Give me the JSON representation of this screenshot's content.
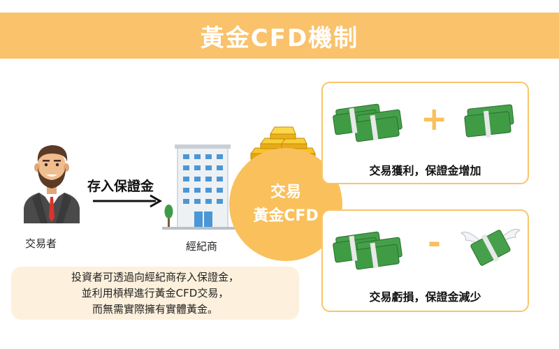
{
  "title": "黃金CFD機制",
  "trader": {
    "label": "交易者"
  },
  "arrow": {
    "label": "存入保證金"
  },
  "broker": {
    "label": "經紀商"
  },
  "center": {
    "line1": "交易",
    "line2": "黃金CFD"
  },
  "profit_box": {
    "caption": "交易獲利，保證金增加",
    "operator": "+"
  },
  "loss_box": {
    "caption": "交易虧損，保證金減少",
    "operator": "-"
  },
  "note": {
    "lines": [
      "投資者可透過向經紀商存入保證金，",
      "並利用槓桿進行黃金CFD交易，",
      "而無需實際擁有實體黃金。"
    ]
  },
  "colors": {
    "accent": "#f9c26b",
    "circle": "#f9c05c",
    "note_bg": "#fdf1dd",
    "money": "#3f9c45",
    "gold": "#f2b51c"
  },
  "icons": [
    "businessman-icon",
    "office-building-icon",
    "gold-bars-icon",
    "money-stack-icon",
    "flying-money-icon"
  ]
}
